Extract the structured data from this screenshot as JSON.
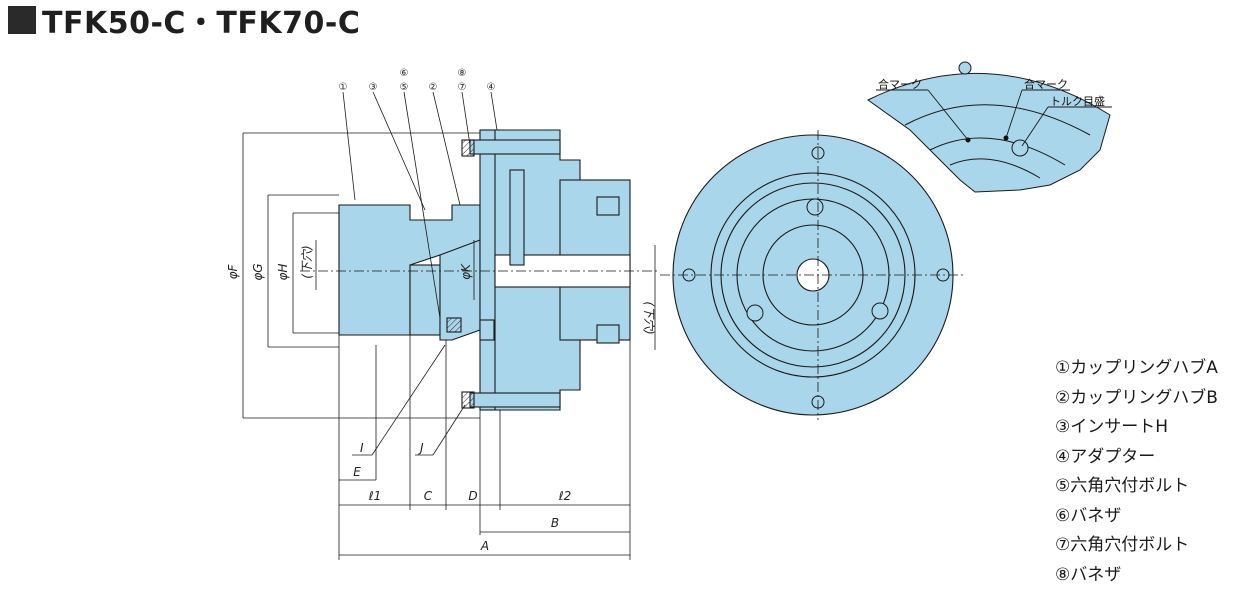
{
  "title": "TFK50-C・TFK70-C",
  "callouts": {
    "c1": "①",
    "c3": "③",
    "c6": "⑥",
    "c5": "⑤",
    "c2": "②",
    "c8": "⑧",
    "c7": "⑦",
    "c4": "④"
  },
  "dimensions": {
    "phiF": "φF",
    "phiG": "φG",
    "phiH": "φH",
    "hole_left": "(下穴)",
    "phiK": "φK",
    "hole_right": "(下穴)",
    "I": "I",
    "J": "J",
    "E": "E",
    "l1": "ℓ1",
    "C": "C",
    "D": "D",
    "l2": "ℓ2",
    "B": "B",
    "A": "A"
  },
  "detail": {
    "match_mark_1": "合マーク",
    "match_mark_2": "合マーク",
    "torque_scale": "トルク目盛"
  },
  "legend": [
    "①カップリングハブA",
    "②カップリングハブB",
    "③インサートH",
    "④アダプター",
    "⑤六角穴付ボルト",
    "⑥バネザ",
    "⑦六角穴付ボルト",
    "⑧バネザ"
  ],
  "colors": {
    "part_fill": "#a9d6ea",
    "line": "#1a1a1a",
    "hatch": "#333333"
  }
}
